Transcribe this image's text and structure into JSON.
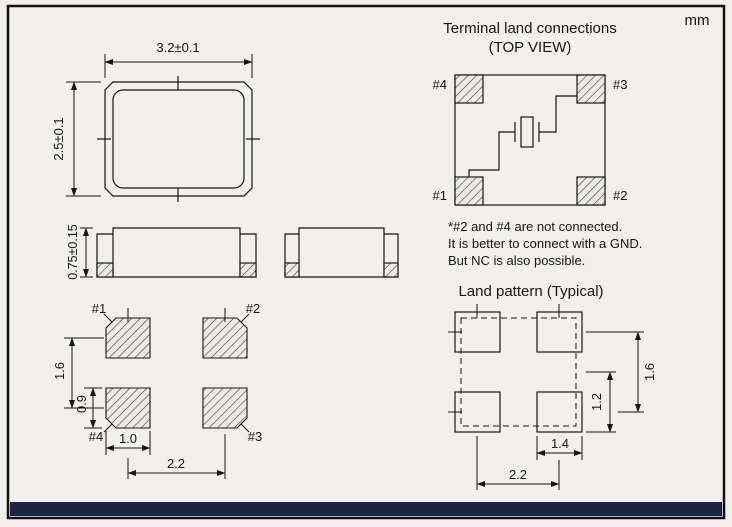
{
  "units_label": "mm",
  "top_view": {
    "dim_width": "3.2±0.1",
    "dim_height": "2.5±0.1"
  },
  "side_view": {
    "dim_height": "0.75±0.15"
  },
  "bottom_view": {
    "pad_labels": {
      "p1": "#1",
      "p2": "#2",
      "p3": "#3",
      "p4": "#4"
    },
    "dim_vertical_pitch": "1.6",
    "dim_pad_height": "0.9",
    "dim_pad_width": "1.0",
    "dim_horizontal_pitch": "2.2"
  },
  "terminal_connections": {
    "title": "Terminal land connections",
    "subtitle": "(TOP VIEW)",
    "pad_labels": {
      "top_left": "#4",
      "top_right": "#3",
      "bottom_left": "#1",
      "bottom_right": "#2"
    },
    "notes": {
      "line1": "*#2 and #4 are not connected.",
      "line2": "It is better to connect with a GND.",
      "line3": "But NC is also possible."
    }
  },
  "land_pattern": {
    "title": "Land pattern (Typical)",
    "dim_vertical_pitch": "1.6",
    "dim_center_to_edge": "1.2",
    "dim_pad_width": "1.4",
    "dim_horizontal_pitch": "2.2"
  },
  "colors": {
    "background": "#f0efec",
    "line": "#161616",
    "footer_bar": "#1d2342"
  }
}
